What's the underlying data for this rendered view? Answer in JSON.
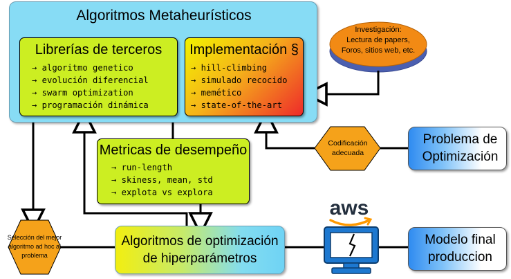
{
  "main": {
    "title": "Algoritmos Metaheurísticos"
  },
  "libs": {
    "title": "Librerías de terceros",
    "items": [
      "→ algoritmo genetico",
      "→ evolución diferencial",
      "→ swarm optimization",
      "→ programación dinámica"
    ]
  },
  "impl": {
    "title": "Implementación §",
    "items": [
      "→ hill-climbing",
      "→ simulado recocido",
      "→ memético",
      "→ state-of-the-art"
    ]
  },
  "investigacion": {
    "line1": "Investigación:",
    "line2": "Lectura de papers,",
    "line3": "Foros, sitios web, etc."
  },
  "codificacion": {
    "line1": "Codificación",
    "line2": "adecuada"
  },
  "problema": {
    "line1": "Problema de",
    "line2": "Optimización"
  },
  "metricas": {
    "title": "Metricas de desempeño",
    "items": [
      "→ run-length",
      "→ skiness, mean, std",
      "→ explota vs explora"
    ]
  },
  "seleccion": {
    "line1": "Selección del mejor",
    "line2": "algoritmo ad hoc al",
    "line3": "problema"
  },
  "hyper": {
    "line1": "Algoritmos de optimización",
    "line2": "de hiperparámetros"
  },
  "aws": {
    "label": "aws"
  },
  "modelo": {
    "line1": "Modelo final",
    "line2": "produccion"
  },
  "colors": {
    "main_bg": "#87dcf5",
    "lime": "#ccee22",
    "hex_orange": "#f5a21a",
    "ellipse_orange": "#f28a14",
    "ellipse_shadow": "#4b5fb0",
    "aws_orange": "#ff9900",
    "aws_dark": "#232f3e",
    "monitor_blue": "#1d78d0"
  }
}
